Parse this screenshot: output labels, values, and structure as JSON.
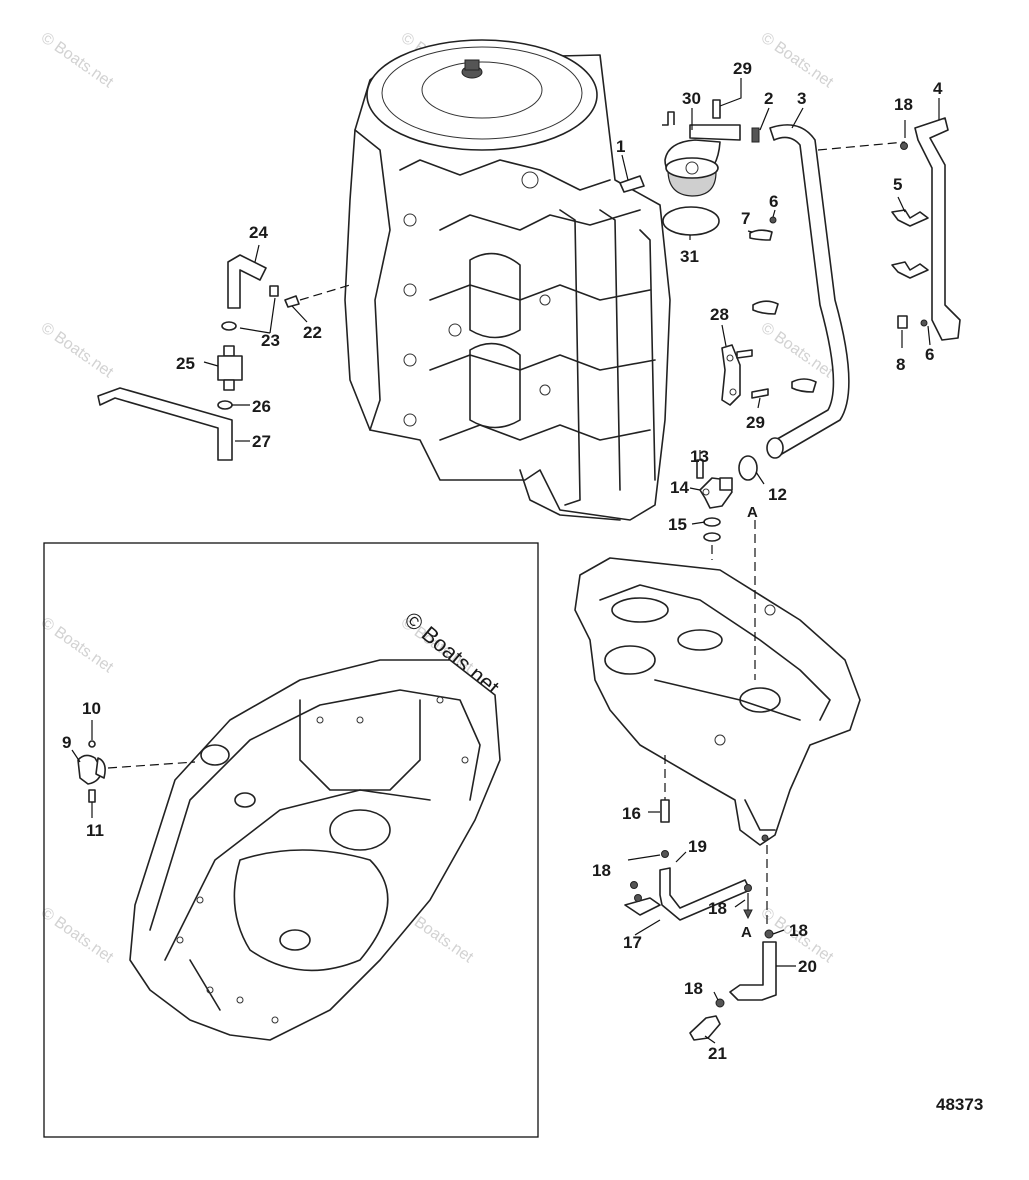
{
  "diagram": {
    "watermark_text": "© Boats.net",
    "inset_watermark": "© Boats.net",
    "figure_number": "48373",
    "section_marker_top": "A",
    "section_marker_bottom": "A",
    "callouts": [
      "1",
      "2",
      "3",
      "4",
      "5",
      "6",
      "6",
      "7",
      "8",
      "9",
      "10",
      "11",
      "12",
      "13",
      "14",
      "15",
      "16",
      "17",
      "18",
      "18",
      "18",
      "18",
      "18",
      "19",
      "20",
      "21",
      "22",
      "23",
      "24",
      "25",
      "26",
      "27",
      "28",
      "29",
      "29",
      "30",
      "31"
    ]
  }
}
